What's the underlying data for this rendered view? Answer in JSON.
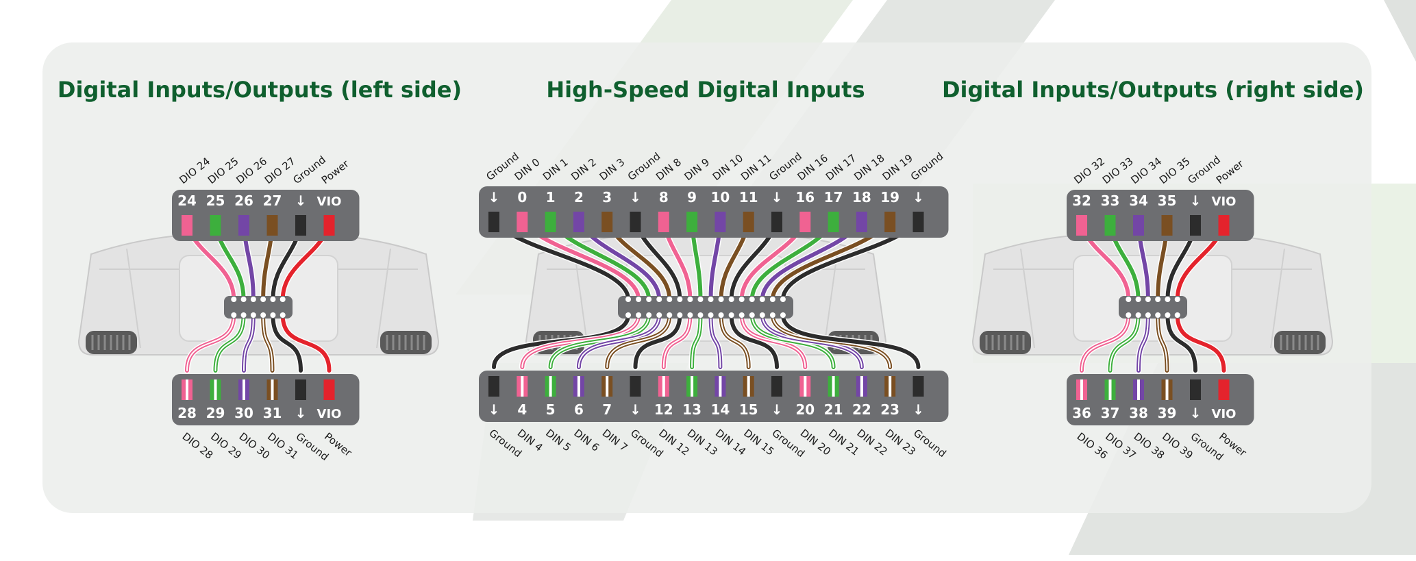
{
  "colors": {
    "title": "#0f5f2e",
    "connector": "#6d6e71",
    "pink": "#f06292",
    "green": "#3daf3d",
    "purple": "#7346a6",
    "brown": "#7a4f22",
    "black": "#2c2c2c",
    "red": "#e4232c"
  },
  "titles": {
    "left": "Digital Inputs/Outputs (left side)",
    "center": "High-Speed Digital Inputs",
    "right": "Digital Inputs/Outputs (right side)"
  },
  "panels": [
    {
      "id": "left",
      "top": [
        {
          "num": "24",
          "label": "DIO 24",
          "color": "pink"
        },
        {
          "num": "25",
          "label": "DIO 25",
          "color": "green"
        },
        {
          "num": "26",
          "label": "DIO 26",
          "color": "purple"
        },
        {
          "num": "27",
          "label": "DIO 27",
          "color": "brown"
        },
        {
          "num": "↓",
          "label": "Ground",
          "color": "black",
          "icon": "ground-arrow-icon"
        },
        {
          "num": "VIO",
          "label": "Power",
          "color": "red"
        }
      ],
      "bottom": [
        {
          "num": "28",
          "label": "DIO 28",
          "color": "pink"
        },
        {
          "num": "29",
          "label": "DIO 29",
          "color": "green"
        },
        {
          "num": "30",
          "label": "DIO 30",
          "color": "purple"
        },
        {
          "num": "31",
          "label": "DIO 31",
          "color": "brown"
        },
        {
          "num": "↓",
          "label": "Ground",
          "color": "black",
          "icon": "ground-arrow-icon"
        },
        {
          "num": "VIO",
          "label": "Power",
          "color": "red"
        }
      ]
    },
    {
      "id": "center",
      "top": [
        {
          "num": "↓",
          "label": "Ground",
          "color": "black",
          "icon": "ground-arrow-icon"
        },
        {
          "num": "0",
          "label": "DIN 0",
          "color": "pink"
        },
        {
          "num": "1",
          "label": "DIN 1",
          "color": "green"
        },
        {
          "num": "2",
          "label": "DIN 2",
          "color": "purple"
        },
        {
          "num": "3",
          "label": "DIN 3",
          "color": "brown"
        },
        {
          "num": "↓",
          "label": "Ground",
          "color": "black",
          "icon": "ground-arrow-icon"
        },
        {
          "num": "8",
          "label": "DIN 8",
          "color": "pink"
        },
        {
          "num": "9",
          "label": "DIN 9",
          "color": "green"
        },
        {
          "num": "10",
          "label": "DIN 10",
          "color": "purple"
        },
        {
          "num": "11",
          "label": "DIN 11",
          "color": "brown"
        },
        {
          "num": "↓",
          "label": "Ground",
          "color": "black",
          "icon": "ground-arrow-icon"
        },
        {
          "num": "16",
          "label": "DIN 16",
          "color": "pink"
        },
        {
          "num": "17",
          "label": "DIN 17",
          "color": "green"
        },
        {
          "num": "18",
          "label": "DIN 18",
          "color": "purple"
        },
        {
          "num": "19",
          "label": "DIN 19",
          "color": "brown"
        },
        {
          "num": "↓",
          "label": "Ground",
          "color": "black",
          "icon": "ground-arrow-icon"
        }
      ],
      "bottom": [
        {
          "num": "↓",
          "label": "Ground",
          "color": "black",
          "icon": "ground-arrow-icon"
        },
        {
          "num": "4",
          "label": "DIN 4",
          "color": "pink"
        },
        {
          "num": "5",
          "label": "DIN 5",
          "color": "green"
        },
        {
          "num": "6",
          "label": "DIN 6",
          "color": "purple"
        },
        {
          "num": "7",
          "label": "DIN 7",
          "color": "brown"
        },
        {
          "num": "↓",
          "label": "Ground",
          "color": "black",
          "icon": "ground-arrow-icon"
        },
        {
          "num": "12",
          "label": "DIN 12",
          "color": "pink"
        },
        {
          "num": "13",
          "label": "DIN 13",
          "color": "green"
        },
        {
          "num": "14",
          "label": "DIN 14",
          "color": "purple"
        },
        {
          "num": "15",
          "label": "DIN 15",
          "color": "brown"
        },
        {
          "num": "↓",
          "label": "Ground",
          "color": "black",
          "icon": "ground-arrow-icon"
        },
        {
          "num": "20",
          "label": "DIN 20",
          "color": "pink"
        },
        {
          "num": "21",
          "label": "DIN 21",
          "color": "green"
        },
        {
          "num": "22",
          "label": "DIN 22",
          "color": "purple"
        },
        {
          "num": "23",
          "label": "DIN 23",
          "color": "brown"
        },
        {
          "num": "↓",
          "label": "Ground",
          "color": "black",
          "icon": "ground-arrow-icon"
        }
      ]
    },
    {
      "id": "right",
      "top": [
        {
          "num": "32",
          "label": "DIO 32",
          "color": "pink"
        },
        {
          "num": "33",
          "label": "DIO 33",
          "color": "green"
        },
        {
          "num": "34",
          "label": "DIO 34",
          "color": "purple"
        },
        {
          "num": "35",
          "label": "DIO 35",
          "color": "brown"
        },
        {
          "num": "↓",
          "label": "Ground",
          "color": "black",
          "icon": "ground-arrow-icon"
        },
        {
          "num": "VIO",
          "label": "Power",
          "color": "red"
        }
      ],
      "bottom": [
        {
          "num": "36",
          "label": "DIO 36",
          "color": "pink"
        },
        {
          "num": "37",
          "label": "DIO 37",
          "color": "green"
        },
        {
          "num": "38",
          "label": "DIO 38",
          "color": "purple"
        },
        {
          "num": "39",
          "label": "DIO 39",
          "color": "brown"
        },
        {
          "num": "↓",
          "label": "Ground",
          "color": "black",
          "icon": "ground-arrow-icon"
        },
        {
          "num": "VIO",
          "label": "Power",
          "color": "red"
        }
      ]
    }
  ]
}
